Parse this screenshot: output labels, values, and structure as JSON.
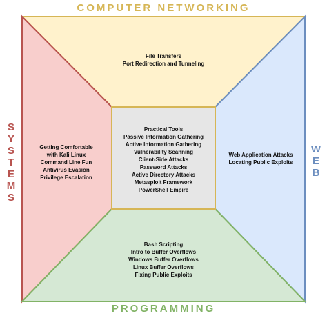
{
  "colors": {
    "top_fill": "#fff2cc",
    "top_stroke": "#d6b656",
    "top_text": "#d6b656",
    "left_fill": "#f8cecc",
    "left_stroke": "#b85450",
    "left_text": "#b85450",
    "right_fill": "#dae8fc",
    "right_stroke": "#6c8ebf",
    "right_text": "#6c8ebf",
    "bottom_fill": "#d5e8d4",
    "bottom_stroke": "#82b366",
    "bottom_text": "#82b366",
    "center_fill": "#e6e6e6",
    "center_stroke": "#d6b656"
  },
  "headings": {
    "top": "COMPUTER NETWORKING",
    "left": "SYSTEMS",
    "right": "WEB",
    "bottom": "PROGRAMMING"
  },
  "panels": {
    "top": [
      "File Transfers",
      "Port Redirection and Tunneling"
    ],
    "left": [
      "Getting Comfortable",
      "with Kali Linux",
      "Command Line Fun",
      "Antivirus Evasion",
      "Privilege Escalation"
    ],
    "center": [
      "Practical Tools",
      "Passive Information Gathering",
      "Active Information Gathering",
      "Vulnerability Scanning",
      "Client-Side Attacks",
      "Password Attacks",
      "Active Directory Attacks",
      "Metasploit Framework",
      "PowerShell Empire"
    ],
    "right": [
      "Web Application Attacks",
      "Locating Public Exploits"
    ],
    "bottom": [
      "Bash Scripting",
      "Intro to Buffer Overflows",
      "Windows Buffer Overflows",
      "Linux Buffer Overflows",
      "Fixing Public Exploits"
    ]
  }
}
